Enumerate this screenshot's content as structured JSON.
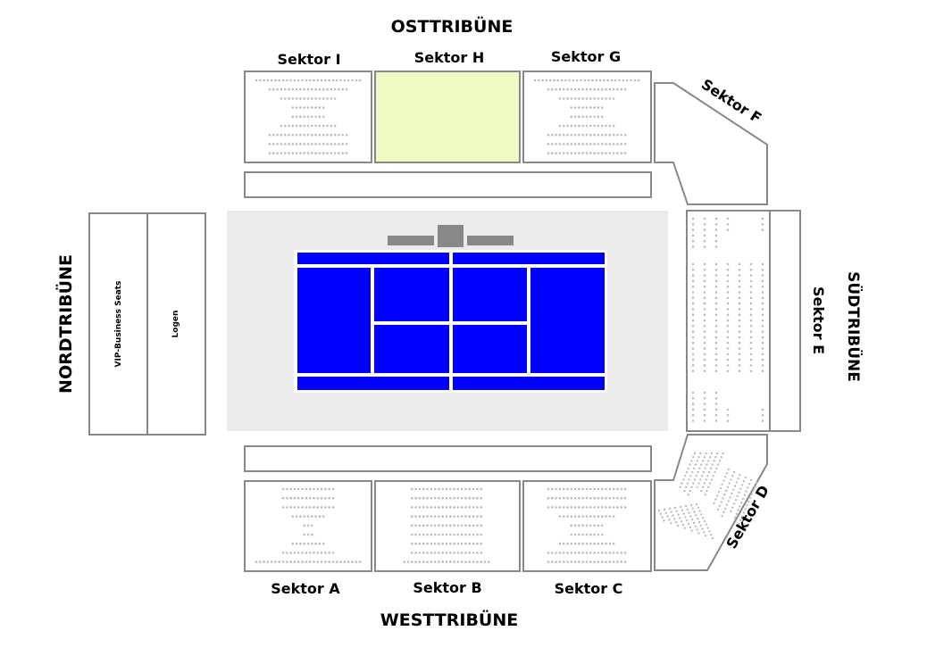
{
  "stands": {
    "east": "OSTTRIBÜNE",
    "west": "WESTTRIBÜNE",
    "north": "NORDTRIBÜNE",
    "south": "SÜDTRIBÜNE"
  },
  "sectors": {
    "a": "Sektor A",
    "b": "Sektor B",
    "c": "Sektor C",
    "d": "Sektor D",
    "e": "Sektor E",
    "f": "Sektor F",
    "g": "Sektor G",
    "h": "Sektor H",
    "i": "Sektor I"
  },
  "north_blocks": {
    "vip": "VIP-Business Seats",
    "logen": "Logen"
  },
  "colors": {
    "court": "#0000ff",
    "court_surround": "#ebebeb",
    "selected_sector": "#eefac4",
    "outline": "#888888",
    "seat_dot": "#bcbcbc"
  },
  "selected_sector": "Sektor H"
}
